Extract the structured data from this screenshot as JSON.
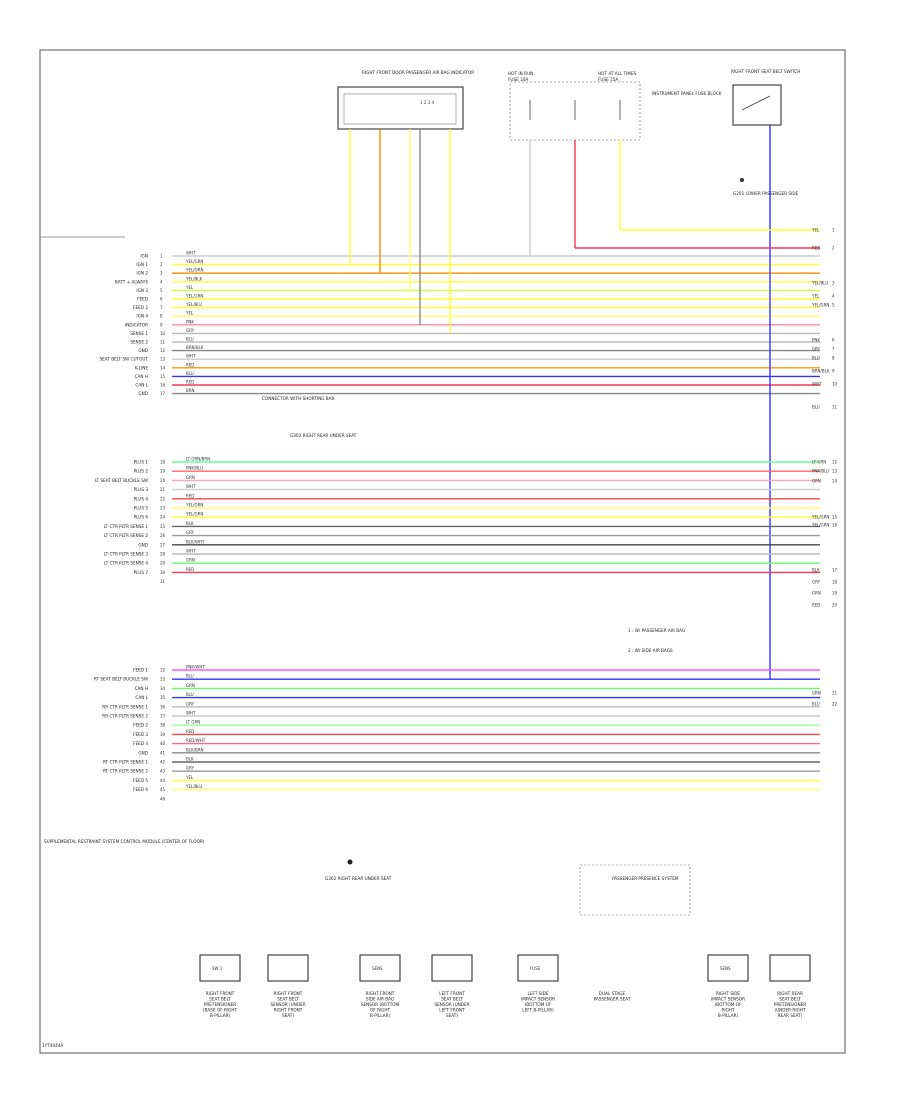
{
  "left_pins": [
    {
      "no": "1",
      "label": "IGN",
      "pin": "1",
      "wire": "WHT",
      "color": "#cccccc"
    },
    {
      "no": "2",
      "label": "IGN 1",
      "pin": "2",
      "wire": "YEL/GRN",
      "color": "#ffff33"
    },
    {
      "no": "3",
      "label": "IGN 2",
      "pin": "3",
      "wire": "YEL/ORN",
      "color": "#ff8800"
    },
    {
      "no": "4",
      "label": "BATT + ALWAYS",
      "pin": "4",
      "wire": "YEL/BLK",
      "color": "#ffff33"
    },
    {
      "no": "5",
      "label": "IGN 3",
      "pin": "5",
      "wire": "YEL",
      "color": "#ccff33"
    },
    {
      "no": "6",
      "label": "FEED",
      "pin": "6",
      "wire": "YEL/GRN",
      "color": "#ffff33"
    },
    {
      "no": "7",
      "label": "FEED 2",
      "pin": "7",
      "wire": "YEL/BLU",
      "color": "#ffff33"
    },
    {
      "no": "8",
      "label": "IGN 4",
      "pin": "8",
      "wire": "YEL",
      "color": "#ffff66"
    },
    {
      "no": "9",
      "label": "INDICATOR",
      "pin": "9",
      "wire": "PNK",
      "color": "#ff8899"
    },
    {
      "no": "10",
      "label": "SENSE 1",
      "pin": "10",
      "wire": "GRY",
      "color": "#bbbbbb"
    },
    {
      "no": "11",
      "label": "SENSE 2",
      "pin": "11",
      "wire": "BLU",
      "color": "#bbbbbb"
    },
    {
      "no": "12",
      "label": "GND",
      "pin": "12",
      "wire": "BRN/BLK",
      "color": "#888888"
    },
    {
      "no": "13",
      "label": "SEAT BELT SW CUTOUT",
      "pin": "13",
      "wire": "WHT",
      "color": "#cccccc"
    },
    {
      "no": "14",
      "label": "K-LINE",
      "pin": "14",
      "wire": "RED",
      "color": "#ff9900"
    },
    {
      "no": "15",
      "label": "CAN H",
      "pin": "15",
      "wire": "BLU",
      "color": "#3333ff"
    },
    {
      "no": "16",
      "label": "CAN L",
      "pin": "16",
      "wire": "RED",
      "color": "#ff3355"
    },
    {
      "no": "17",
      "label": "GND",
      "pin": "17",
      "wire": "BRN",
      "color": "#888888"
    }
  ],
  "mid_pins": [
    {
      "label": "PLUS 1",
      "pin": "18",
      "wire": "LT GRN/BRN",
      "color": "#66ff99"
    },
    {
      "label": "PLUS 2",
      "pin": "19",
      "wire": "PNK/BLU",
      "color": "#ff6666"
    },
    {
      "label": "LT SEAT BELT BUCKLE SW",
      "pin": "20",
      "wire": "GRN",
      "color": "#ffaaaa"
    },
    {
      "label": "PLUS 3",
      "pin": "21",
      "wire": "WHT",
      "color": "#cccccc"
    },
    {
      "label": "PLUS 4",
      "pin": "22",
      "wire": "RED",
      "color": "#ff4444"
    },
    {
      "label": "PLUS 5",
      "pin": "23",
      "wire": "YEL/GRN",
      "color": "#ffff66"
    },
    {
      "label": "PLUS 6",
      "pin": "24",
      "wire": "YEL/GRN",
      "color": "#ffff33"
    },
    {
      "label": "LT CTR PLTR SENSE 1",
      "pin": "25",
      "wire": "BLK",
      "color": "#666666"
    },
    {
      "label": "LT CTR PLTR SENSE 2",
      "pin": "26",
      "wire": "GRY",
      "color": "#999999"
    },
    {
      "label": "GND",
      "pin": "27",
      "wire": "BLK/WHT",
      "color": "#444444"
    },
    {
      "label": "LT CTR PLTR SENSE 3",
      "pin": "28",
      "wire": "WHT",
      "color": "#bbbbbb"
    },
    {
      "label": "LT CTR PLTR SENSE 4",
      "pin": "29",
      "wire": "GRN",
      "color": "#66ff66"
    },
    {
      "label": "PLUS 7",
      "pin": "30",
      "wire": "RED",
      "color": "#ff3355"
    },
    {
      "label": "",
      "pin": "31",
      "wire": "",
      "color": ""
    }
  ],
  "low_pins": [
    {
      "label": "FEED 1",
      "pin": "32",
      "wire": "PNK/WHT",
      "color": "#ff55ff"
    },
    {
      "label": "RT SEAT BELT BUCKLE SW",
      "pin": "33",
      "wire": "BLU",
      "color": "#3333ff"
    },
    {
      "label": "CAN H",
      "pin": "34",
      "wire": "GRN",
      "color": "#66ff66"
    },
    {
      "label": "CAN L",
      "pin": "35",
      "wire": "BLU",
      "color": "#3333ff"
    },
    {
      "label": "RR CTR PLTR SENSE 1",
      "pin": "36",
      "wire": "GRY",
      "color": "#bbbbbb"
    },
    {
      "label": "RR CTR PLTR SENSE 2",
      "pin": "37",
      "wire": "WHT",
      "color": "#cccccc"
    },
    {
      "label": "FEED 2",
      "pin": "38",
      "wire": "LT GRN",
      "color": "#99ff99"
    },
    {
      "label": "FEED 3",
      "pin": "39",
      "wire": "RED",
      "color": "#ff4444"
    },
    {
      "label": "FEED 4",
      "pin": "40",
      "wire": "RED/WHT",
      "color": "#ff6688"
    },
    {
      "label": "GND",
      "pin": "41",
      "wire": "BLK/BRN",
      "color": "#888888"
    },
    {
      "label": "RT CTR PLTR SENSE 1",
      "pin": "42",
      "wire": "BLK",
      "color": "#666666"
    },
    {
      "label": "RT CTR PLTR SENSE 2",
      "pin": "43",
      "wire": "GRY",
      "color": "#999999"
    },
    {
      "label": "FEED 5",
      "pin": "44",
      "wire": "YEL",
      "color": "#ffff33"
    },
    {
      "label": "FEED 6",
      "pin": "45",
      "wire": "YEL/BLU",
      "color": "#ffff66"
    },
    {
      "label": "",
      "pin": "46",
      "wire": "",
      "color": ""
    }
  ],
  "right_ends": [
    {
      "wire": "YEL",
      "no": "1"
    },
    {
      "wire": "RED",
      "no": "2"
    },
    {
      "wire": "YEL/BLU",
      "no": "3"
    },
    {
      "wire": "YEL",
      "no": "4"
    },
    {
      "wire": "YEL/GRN",
      "no": "5"
    },
    {
      "wire": "PNK",
      "no": "6"
    },
    {
      "wire": "GRY",
      "no": "7"
    },
    {
      "wire": "BLU",
      "no": "8"
    },
    {
      "wire": "BRN/BLK",
      "no": "9"
    },
    {
      "wire": "WHT",
      "no": "10"
    },
    {
      "wire": "BLU",
      "no": "11"
    },
    {
      "wire": "LT GRN",
      "no": "12"
    },
    {
      "wire": "PNK/BLU",
      "no": "13"
    },
    {
      "wire": "GRN",
      "no": "14"
    },
    {
      "wire": "YEL/GRN",
      "no": "15"
    },
    {
      "wire": "YEL/GRN",
      "no": "16"
    },
    {
      "wire": "BLK",
      "no": "17"
    },
    {
      "wire": "GRY",
      "no": "18"
    },
    {
      "wire": "GRN",
      "no": "19"
    },
    {
      "wire": "RED",
      "no": "20"
    },
    {
      "wire": "GRN",
      "no": "21"
    },
    {
      "wire": "BLU",
      "no": "22"
    }
  ],
  "top_components": {
    "front_display": "RIGHT FRONT DOOR PASSENGER AIR BAG INDICATOR",
    "display_pin": "1 2 3 4",
    "fuse_left": "HOT IN RUN",
    "fuse_left_sub": "FUSE 10A",
    "fuse_right": "HOT AT ALL TIMES",
    "fuse_right_sub": "FUSE 15A",
    "fuse_note": "INSTRUMENT PANEL FUSE BLOCK",
    "seat_switch": "RIGHT FRONT SEAT BELT SWITCH",
    "ground_label": "G201 LOWER PASSENGER SIDE"
  },
  "middle_notes": {
    "connector_note": "CONNECTOR WITH SHORTING BAR",
    "ground_note": "G302 RIGHT REAR UNDER SEAT",
    "legend_1": "1 : W/ PASSENGER AIR BAG",
    "legend_2": "2 : W/ SIDE AIR BAGS"
  },
  "module_label": "SUPPLEMENTAL RESTRAINT SYSTEM CONTROL MODULE (CENTER OF FLOOR)",
  "bottom_components": [
    {
      "box": "SW 1",
      "label": "RIGHT FRONT SEAT BELT PRETENSIONER (BASE OF RIGHT B-PILLAR)"
    },
    {
      "box": "",
      "label": "RIGHT FRONT SEAT BELT SENSOR (UNDER RIGHT FRONT SEAT)"
    },
    {
      "box": "SENS",
      "label": "RIGHT FRONT SIDE AIR BAG SENSOR (BOTTOM OF RIGHT B-PILLAR)"
    },
    {
      "box": "",
      "label": "LEFT FRONT SEAT BELT SENSOR (UNDER LEFT FRONT SEAT)"
    },
    {
      "box": "FUSE",
      "label": "LEFT SIDE IMPACT SENSOR (BOTTOM OF LEFT B-PILLAR)"
    },
    {
      "box": "",
      "label": "DUAL STAGE PASSENGER SEAT"
    },
    {
      "box": "SENS",
      "label": "RIGHT SIDE IMPACT SENSOR (BOTTOM OF RIGHT B-PILLAR)"
    },
    {
      "box": "",
      "label": "RIGHT REAR SEAT BELT PRETENSIONER (UNDER RIGHT REAR SEAT)"
    }
  ],
  "ground_symbol_label": "G302 RIGHT REAR UNDER SEAT",
  "passenger_presence": "PASSENGER PRESENCE SYSTEM",
  "page_code": "1YT4044A"
}
